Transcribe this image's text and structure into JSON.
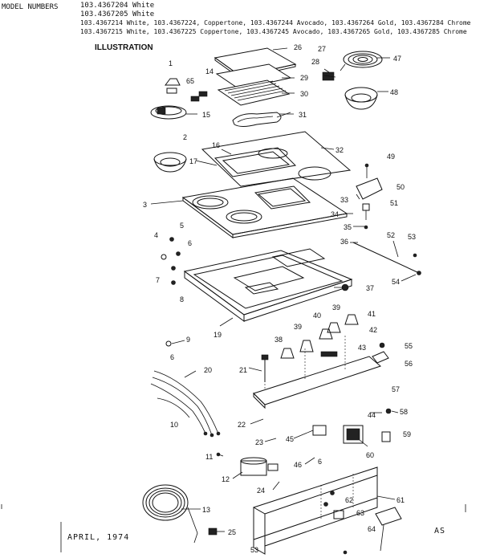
{
  "header": {
    "label": "MODEL NUMBERS",
    "lines": [
      "103.4367204 White",
      "103.4367205 White",
      "103.4367214 White, 103.4367224, Coppertone, 103.4367244 Avocado, 103.4367264 Gold, 103.4367284 Chrome",
      "103.4367215 White, 103.4367225 Coppertone, 103.4367245 Avocado, 103.4367265 Gold, 103.4367285 Chrome"
    ]
  },
  "section_title": "ILLUSTRATION",
  "footer": {
    "date": "APRIL, 1974",
    "code": "AS"
  },
  "callouts": {
    "c1": "1",
    "c2": "2",
    "c3": "3",
    "c4": "4",
    "c5": "5",
    "c6a": "6",
    "c6b": "6",
    "c6c": "6",
    "c7": "7",
    "c8": "8",
    "c9": "9",
    "c10": "10",
    "c11": "11",
    "c12": "12",
    "c13": "13",
    "c14": "14",
    "c15": "15",
    "c16": "16",
    "c17": "17",
    "c19": "19",
    "c20": "20",
    "c21": "21",
    "c22": "22",
    "c23": "23",
    "c24": "24",
    "c25": "25",
    "c26": "26",
    "c27": "27",
    "c28": "28",
    "c29": "29",
    "c30": "30",
    "c31": "31",
    "c32": "32",
    "c33": "33",
    "c34": "34",
    "c35": "35",
    "c36": "36",
    "c37": "37",
    "c38": "38",
    "c39a": "39",
    "c39b": "39",
    "c40": "40",
    "c41": "41",
    "c42": "42",
    "c43": "43",
    "c44": "44",
    "c45": "45",
    "c46": "46",
    "c47": "47",
    "c48": "48",
    "c49": "49",
    "c50": "50",
    "c51": "51",
    "c52": "52",
    "c53a": "53",
    "c53b": "53",
    "c54": "54",
    "c55": "55",
    "c56": "56",
    "c57": "57",
    "c58": "58",
    "c59": "59",
    "c60": "60",
    "c61": "61",
    "c62": "62",
    "c63": "63",
    "c64": "64",
    "c65": "65"
  }
}
